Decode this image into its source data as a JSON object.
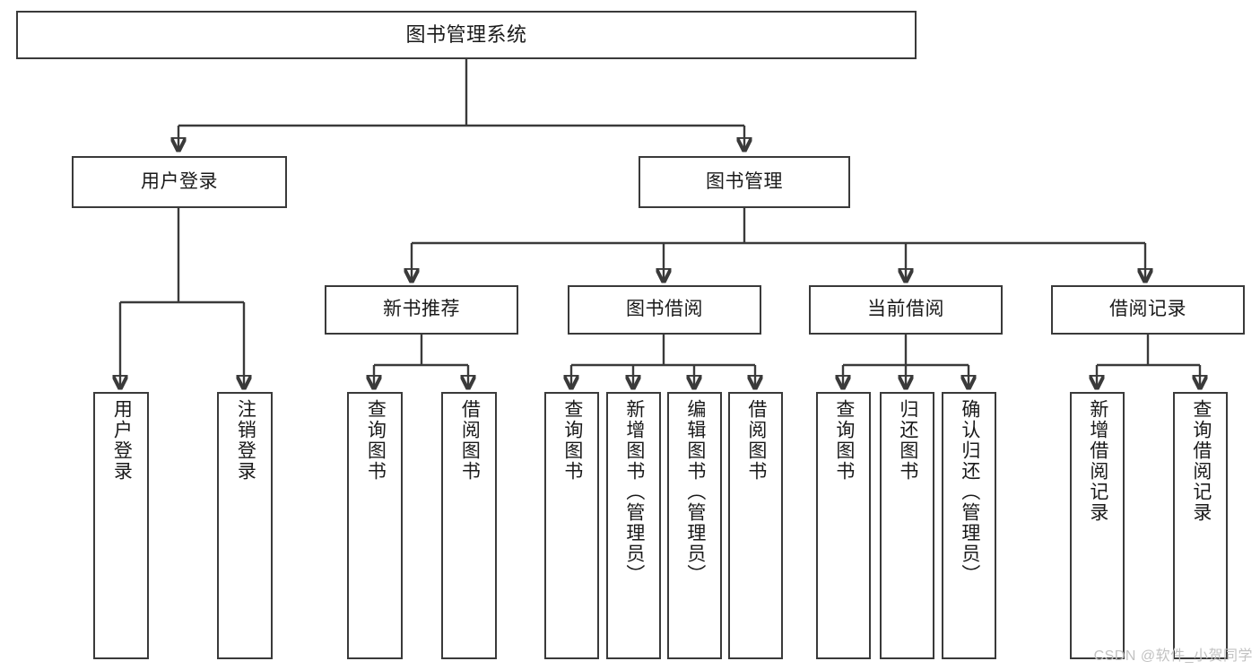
{
  "diagram": {
    "type": "tree-hierarchy-chart",
    "title": "图书管理系统",
    "orientation": "top-down",
    "box_border_color": "#3a3a3a",
    "box_fill_color": "#ffffff",
    "connector_color": "#3a3a3a",
    "levels": 4
  },
  "root": {
    "label": "图书管理系统"
  },
  "level1": [
    {
      "label": "用户登录"
    },
    {
      "label": "图书管理"
    }
  ],
  "level2": [
    {
      "label": "新书推荐"
    },
    {
      "label": "图书借阅"
    },
    {
      "label": "当前借阅"
    },
    {
      "label": "借阅记录"
    }
  ],
  "leaves": {
    "user_login": [
      {
        "label": "用户登录"
      },
      {
        "label": "注销登录"
      }
    ],
    "new_book_recommend": [
      {
        "label": "查询图书"
      },
      {
        "label": "借阅图书"
      }
    ],
    "book_borrow": [
      {
        "label": "查询图书"
      },
      {
        "label": "新增图书（管理员）"
      },
      {
        "label": "编辑图书（管理员）"
      },
      {
        "label": "借阅图书"
      }
    ],
    "current_borrow": [
      {
        "label": "查询图书"
      },
      {
        "label": "归还图书"
      },
      {
        "label": "确认归还（管理员）"
      }
    ],
    "borrow_record": [
      {
        "label": "新增借阅记录"
      },
      {
        "label": "查询借阅记录"
      }
    ]
  },
  "watermark": {
    "text": "CSDN @软件_小贺同学"
  }
}
